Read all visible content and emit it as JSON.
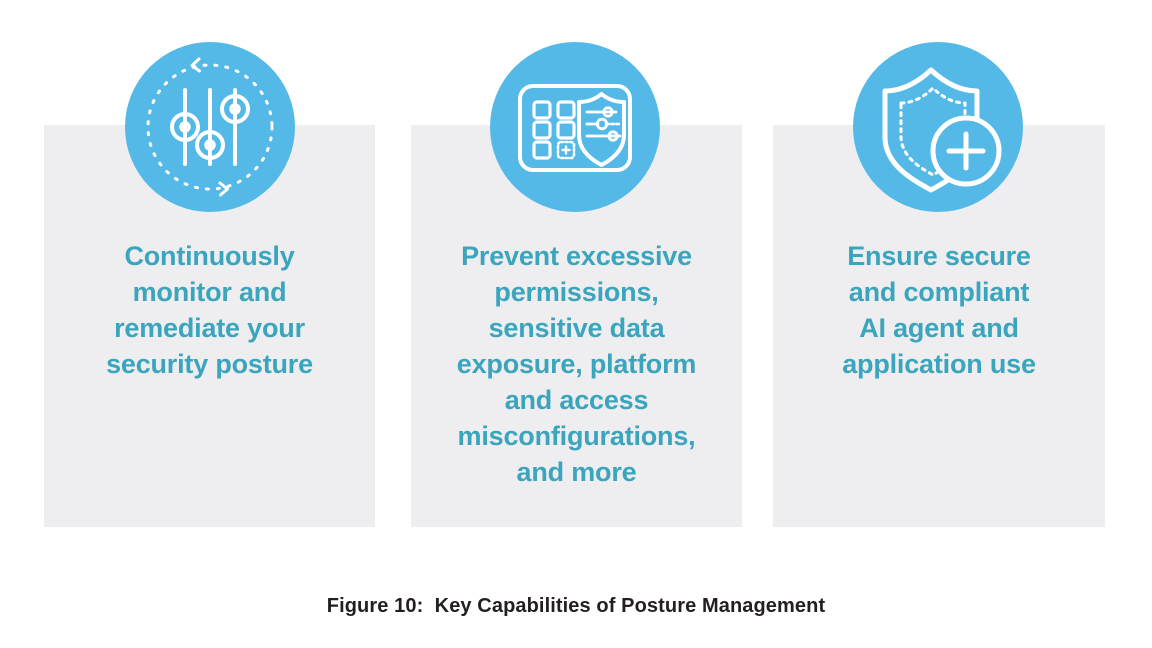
{
  "figure": {
    "caption": "Figure 10:  Key Capabilities of Posture Management",
    "background_color": "#ffffff"
  },
  "colors": {
    "card_background": "#eeeef0",
    "icon_circle": "#55b9e8",
    "icon_stroke": "#ffffff",
    "card_text": "#3ba5bd",
    "caption_text": "#231f20"
  },
  "cards": [
    {
      "id": "continuous-monitoring",
      "icon_name": "sliders-refresh-cycle-icon",
      "text": "Continuously\nmonitor and\nremediate your\nsecurity posture"
    },
    {
      "id": "excessive-permissions",
      "icon_name": "app-grid-shield-settings-icon",
      "text": "Prevent excessive\npermissions,\nsensitive data\nexposure, platform\nand access\nmisconfigurations,\nand more"
    },
    {
      "id": "secure-ai-usage",
      "icon_name": "shield-plus-icon",
      "text": "Ensure secure\nand compliant\nAI agent and\napplication use"
    }
  ]
}
